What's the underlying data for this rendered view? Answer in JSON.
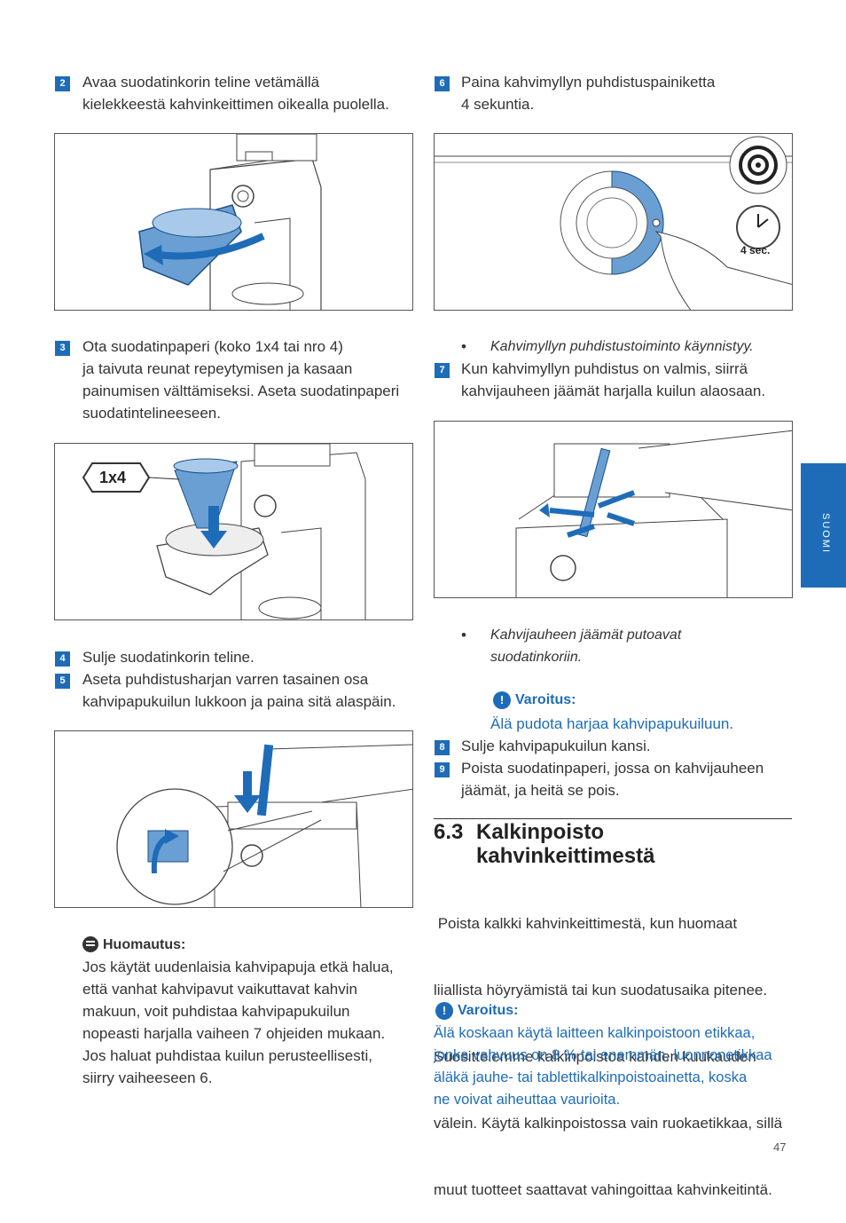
{
  "side_tab": "SUOMI",
  "page_number": "47",
  "left": {
    "step2": {
      "num": "2",
      "line1": "Avaa suodatinkorin teline vetämällä",
      "line2": "kielekkeestä kahvinkeittimen oikealla puolella."
    },
    "step3": {
      "num": "3",
      "line1": "Ota suodatinpaperi (koko 1x4 tai nro 4)",
      "line2": "ja taivuta reunat repeytymisen ja kasaan",
      "line3": "painumisen välttämiseksi. Aseta suodatinpaperi",
      "line4": "suodatintelineeseen."
    },
    "filter_label": "1x4",
    "step4": {
      "num": "4",
      "line1": "Sulje suodatinkorin teline."
    },
    "step5": {
      "num": "5",
      "line1": "Aseta puhdistusharjan varren tasainen osa",
      "line2": "kahvipapukuilun lukkoon ja paina sitä alaspäin."
    },
    "note": {
      "title": "Huomautus:",
      "lines": [
        "Jos käytät uudenlaisia kahvipapuja etkä halua,",
        "että vanhat kahvipavut vaikuttavat kahvin",
        "makuun, voit puhdistaa kahvipapukuilun",
        "nopeasti harjalla vaiheen 7 ohjeiden mukaan.",
        "Jos haluat puhdistaa kuilun perusteellisesti,",
        "siirry vaiheeseen 6."
      ]
    }
  },
  "right": {
    "step6": {
      "num": "6",
      "line1": "Paina kahvimyllyn puhdistuspainiketta",
      "line2": "4 sekuntia."
    },
    "timer_label": "4 sec.",
    "bullet1": "Kahvimyllyn puhdistustoiminto käynnistyy.",
    "step7": {
      "num": "7",
      "line1": "Kun kahvimyllyn puhdistus on valmis, siirrä",
      "line2": "kahvijauheen jäämät harjalla kuilun alaosaan."
    },
    "bullet2": {
      "line1": "Kahvijauheen jäämät putoavat",
      "line2": "suodatinkoriin."
    },
    "warning1": {
      "title": "Varoitus:",
      "text": "Älä pudota harjaa kahvipapukuiluun."
    },
    "step8": {
      "num": "8",
      "line1": "Sulje kahvipapukuilun kansi."
    },
    "step9": {
      "num": "9",
      "line1": "Poista suodatinpaperi, jossa on kahvijauheen",
      "line2": "jäämät, ja heitä se pois."
    },
    "section": {
      "number": "6.3",
      "title_line1": "Kalkinpoisto",
      "title_line2": "kahvinkeittimestä"
    },
    "body": [
      " Poista kalkki kahvinkeittimestä, kun huomaat",
      "liiallista höyryämistä tai kun suodatusaika pitenee.",
      "Suosittelemme kalkinpoistoa kahden kuukauden",
      "välein. Käytä kalkinpoistossa vain ruokaetikkaa, sillä",
      "muut tuotteet saattavat vahingoittaa kahvinkeitintä."
    ],
    "warning2": {
      "title": "Varoitus:",
      "lines": [
        "Älä koskaan käytä laitteen kalkinpoistoon etikkaa,",
        "jonka vahvuus on 8 % tai enemmän, luonnonetikkaa",
        "äläkä jauhe- tai tablettikalkinpoistoainetta, koska",
        "ne voivat aiheuttaa vaurioita."
      ]
    }
  },
  "colors": {
    "accent": "#1e6cb8",
    "text": "#333333"
  }
}
